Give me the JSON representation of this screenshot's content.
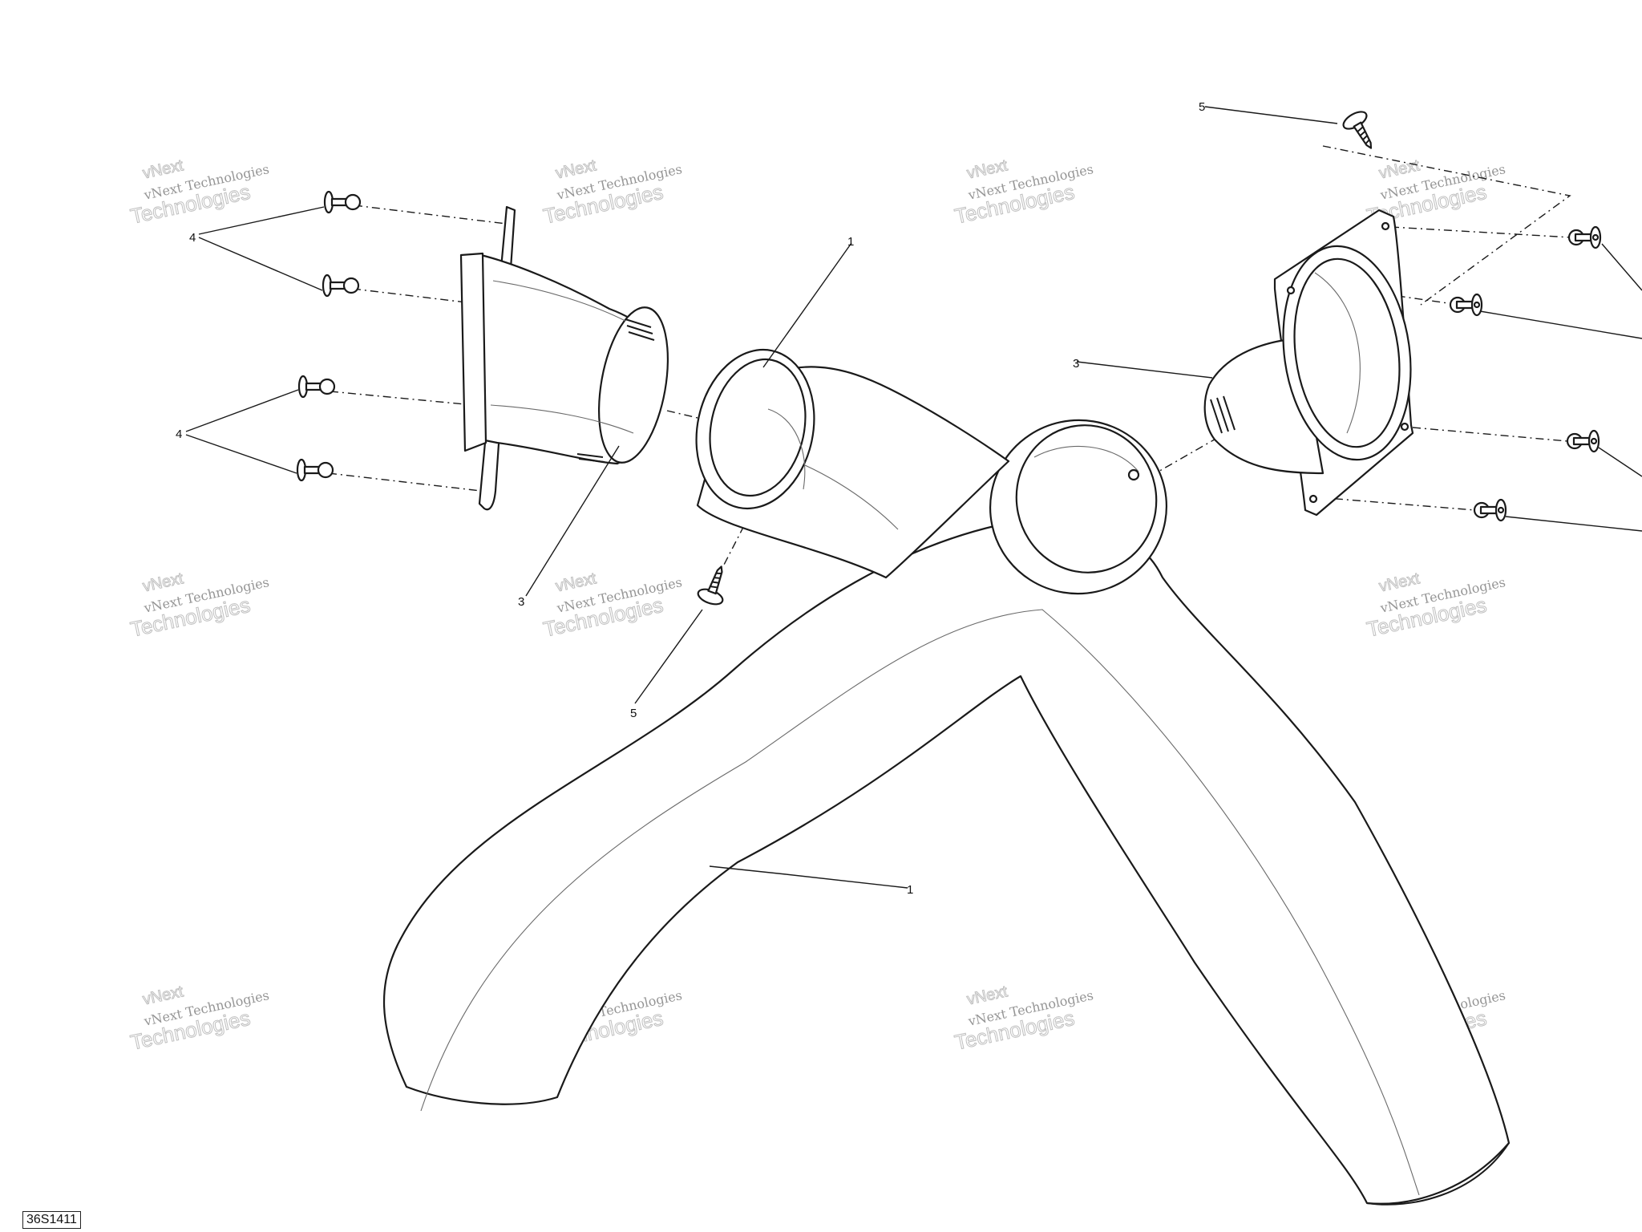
{
  "diagram": {
    "reference": "36S1411",
    "watermark": {
      "line1": "vNext Technologies",
      "line2": "vNext",
      "line3": "Technologies"
    },
    "callouts": {
      "duct_upper": "1",
      "duct_lower": "1",
      "adapter_left": "3",
      "adapter_right": "3",
      "rivets_upper_left": "4",
      "rivets_lower_left": "4",
      "screw_top": "5",
      "screw_lower": "5"
    }
  }
}
